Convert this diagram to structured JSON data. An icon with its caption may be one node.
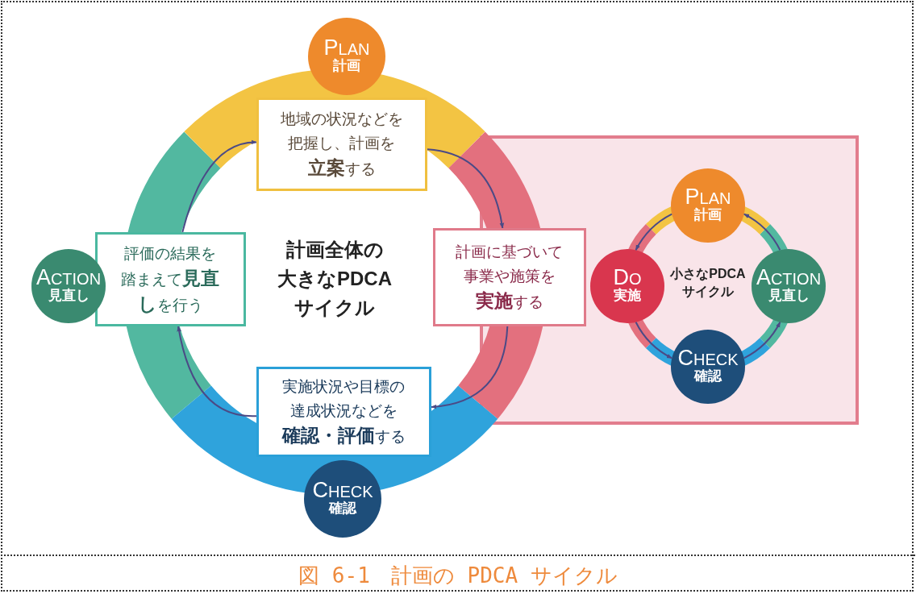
{
  "diagram": {
    "caption": "図 6-1　計画の PDCA サイクル",
    "nodes": [
      {
        "text": [
          "PLAN",
          "計画"
        ]
      },
      {
        "text": [
          "地域の状況などを把握し、計画を**立案**する"
        ]
      },
      {
        "text": [
          "計画に基づいて事業や施策を**実施**する"
        ]
      },
      {
        "text": [
          "実施状況や目標の達成状況などを**確認・評価**する"
        ]
      },
      {
        "text": [
          "CHECK",
          "確認"
        ]
      },
      {
        "text": [
          "評価の結果を踏まえて**見直し**を行う"
        ]
      },
      {
        "text": [
          "ACTION",
          "見直し"
        ]
      },
      {
        "text": [],
        "shape": "box"
      },
      {
        "text": [
          "PLAN",
          "計画"
        ],
        "in": 7
      },
      {
        "text": [
          "DO",
          "実施"
        ],
        "in": 7
      },
      {
        "text": [
          "ACTION",
          "見直し"
        ],
        "in": 7
      },
      {
        "text": [
          "CHECK",
          "確認"
        ],
        "in": 7
      }
    ],
    "edges": [
      {
        "from": 1,
        "to": 2,
        "arrow": "to"
      },
      {
        "from": 2,
        "to": 3,
        "arrow": "to"
      },
      {
        "from": 3,
        "to": 5,
        "arrow": "to"
      },
      {
        "from": 5,
        "to": 1,
        "arrow": "to"
      },
      {
        "from": 8,
        "to": 9,
        "arrow": "to"
      },
      {
        "from": 9,
        "to": 11,
        "arrow": "to"
      },
      {
        "from": 11,
        "to": 10,
        "arrow": "to"
      },
      {
        "from": 10,
        "to": 8,
        "arrow": "to"
      }
    ],
    "labels": [
      "計画全体の大きなPDCAサイクル",
      "小さなPDCAサイクル"
    ]
  }
}
